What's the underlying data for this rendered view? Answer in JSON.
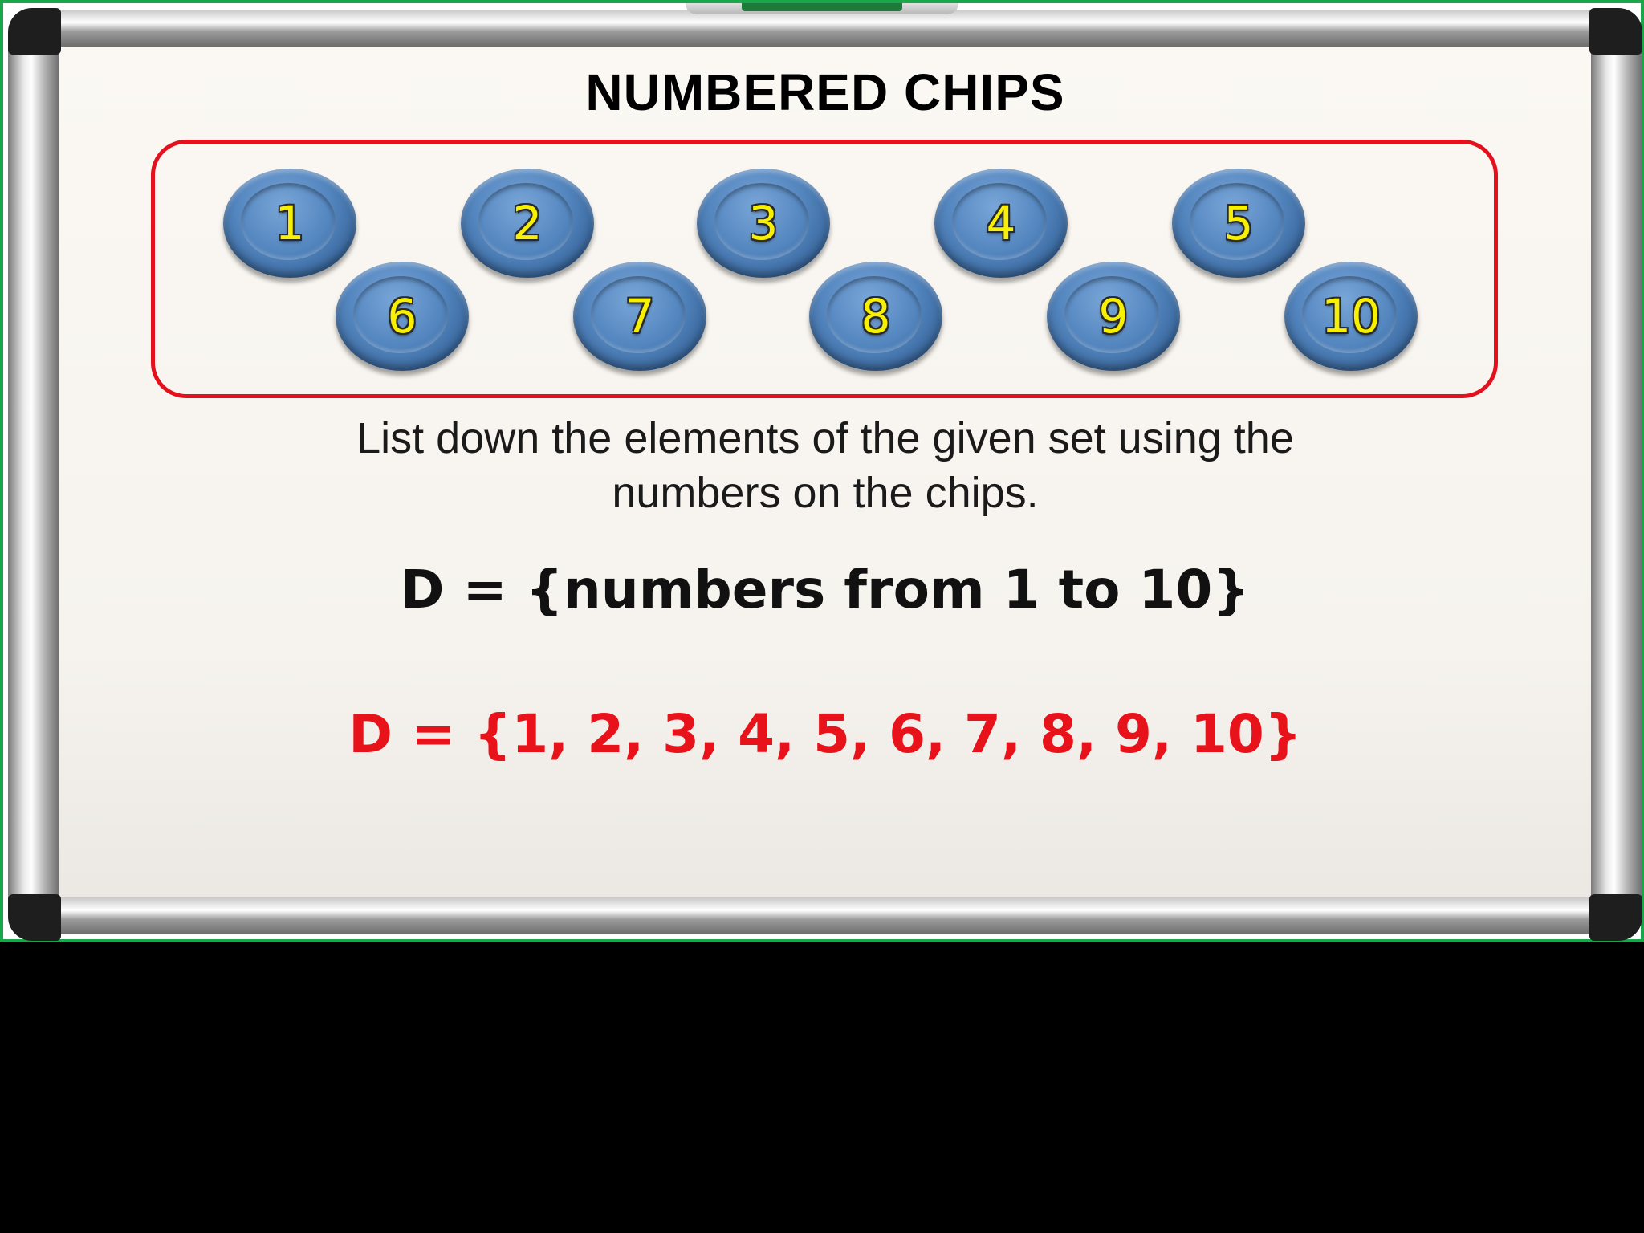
{
  "slide": {
    "title": "NUMBERED CHIPS",
    "chips": [
      "1",
      "2",
      "3",
      "4",
      "5",
      "6",
      "7",
      "8",
      "9",
      "10"
    ],
    "instruction_line1": "List down the elements of the given set using the",
    "instruction_line2": "numbers on the chips.",
    "set_description": "D = {numbers from 1 to 10}",
    "set_roster": "D = {1, 2, 3, 4, 5, 6, 7, 8, 9, 10}"
  },
  "colors": {
    "frame_border": "#1aa64a",
    "chip_box_border": "#e3101d",
    "chip_fill": "#4f7fb8",
    "chip_number": "#f7f000",
    "answer_text": "#e8121a"
  }
}
